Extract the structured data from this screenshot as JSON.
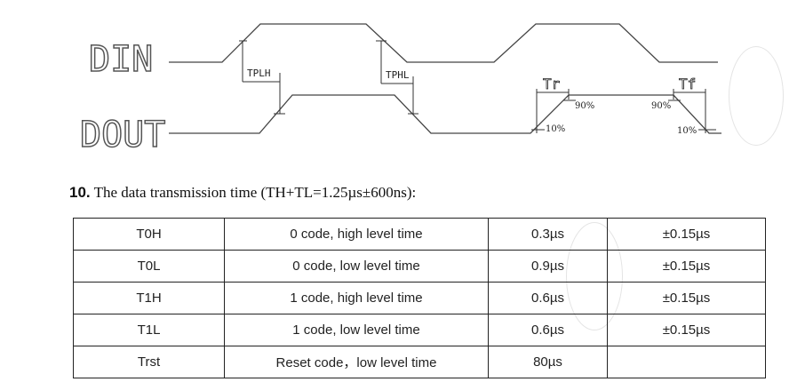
{
  "diagram": {
    "din_label": "DIN",
    "dout_label": "DOUT",
    "tplh_label": "TPLH",
    "tphl_label": "TPHL",
    "tr_label": "Tr",
    "tf_label": "Tf",
    "pct_90_rise": "90%",
    "pct_10_rise": "10%",
    "pct_90_fall": "90%",
    "pct_10_fall": "10%"
  },
  "section": {
    "number": "10.",
    "title": " The data transmission time (TH+TL=1.25µs±600ns):"
  },
  "table": {
    "rows": [
      [
        "T0H",
        "0 code, high level time",
        "0.3µs",
        "±0.15µs"
      ],
      [
        "T0L",
        "0 code, low level time",
        "0.9µs",
        "±0.15µs"
      ],
      [
        "T1H",
        "1 code, high level time",
        "0.6µs",
        "±0.15µs"
      ],
      [
        "T1L",
        "1 code, low level time",
        "0.6µs",
        "±0.15µs"
      ],
      [
        "Trst",
        "Reset code，low level time",
        "80µs",
        ""
      ]
    ]
  }
}
